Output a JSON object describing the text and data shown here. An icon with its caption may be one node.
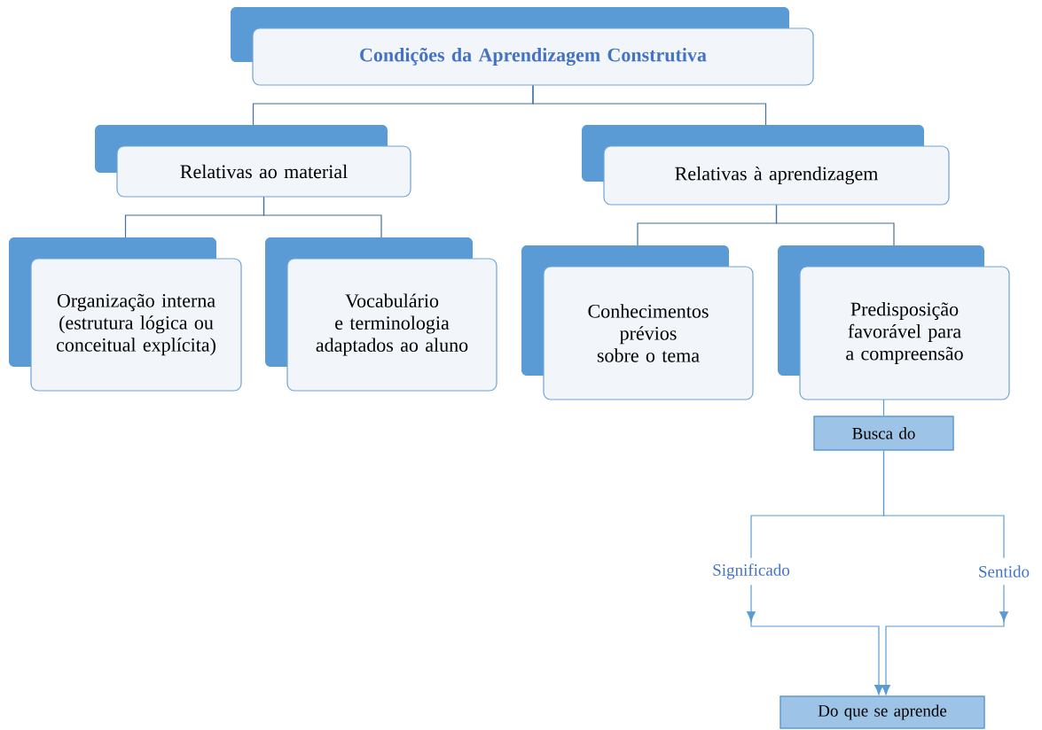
{
  "diagram": {
    "nodes": [
      {
        "text": [
          "Condições da Aprendizagem Construtiva"
        ]
      },
      {
        "text": [
          "Relativas ao material"
        ]
      },
      {
        "text": [
          "Relativas à aprendizagem"
        ]
      },
      {
        "text": [
          "Organização interna (estrutura lógica ou conceitual explícita)"
        ]
      },
      {
        "text": [
          "Vocabulário e terminologia adaptados ao aluno"
        ]
      },
      {
        "text": [
          "Conhecimentos prévios sobre o tema"
        ]
      },
      {
        "text": [
          "Predisposição favorável para a compreensão"
        ]
      },
      {
        "text": [
          "Busca do"
        ]
      },
      {
        "text": [
          "Significado"
        ]
      },
      {
        "text": [
          "Sentido"
        ]
      },
      {
        "text": [
          "Do que se aprende"
        ]
      }
    ],
    "edges": [
      {
        "from": 0,
        "to": 1,
        "arrow": "none"
      },
      {
        "from": 0,
        "to": 2,
        "arrow": "none"
      },
      {
        "from": 1,
        "to": 3,
        "arrow": "none"
      },
      {
        "from": 1,
        "to": 4,
        "arrow": "none"
      },
      {
        "from": 2,
        "to": 5,
        "arrow": "none"
      },
      {
        "from": 2,
        "to": 6,
        "arrow": "none"
      },
      {
        "from": 6,
        "to": 7,
        "arrow": "none",
        "color": "#5b9bd5"
      },
      {
        "from": 7,
        "to": 8,
        "arrow": "none",
        "color": "#5b9bd5"
      },
      {
        "from": 7,
        "to": 9,
        "arrow": "none",
        "color": "#5b9bd5"
      },
      {
        "from": 8,
        "to": 10,
        "arrow": "to",
        "color": "#5b9bd5"
      },
      {
        "from": 9,
        "to": 10,
        "arrow": "to",
        "color": "#5b9bd5"
      }
    ]
  }
}
